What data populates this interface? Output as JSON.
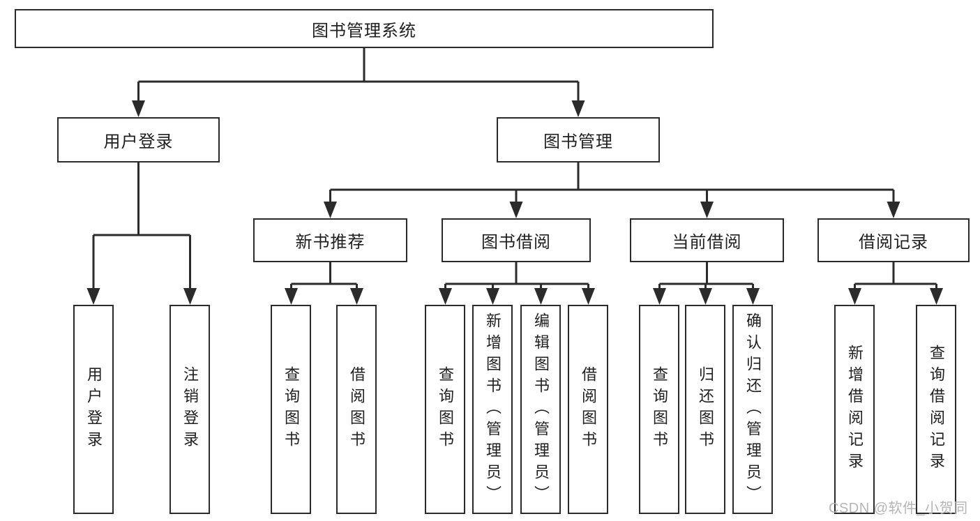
{
  "root": {
    "label": "图书管理系统"
  },
  "modules": {
    "user_login": {
      "label": "用户登录",
      "children": [
        "用户登录",
        "注销登录"
      ]
    },
    "book_management": {
      "label": "图书管理",
      "sections": {
        "new_books": {
          "label": "新书推荐",
          "children": [
            "查询图书",
            "借阅图书"
          ]
        },
        "book_borrow": {
          "label": "图书借阅",
          "children": [
            "查询图书",
            "新增图书（管理员）",
            "编辑图书（管理员）",
            "借阅图书"
          ]
        },
        "current_borrow": {
          "label": "当前借阅",
          "children": [
            "查询图书",
            "归还图书",
            "确认归还（管理员）"
          ]
        },
        "borrow_records": {
          "label": "借阅记录",
          "children": [
            "新增借阅记录",
            "查询借阅记录"
          ]
        }
      }
    }
  },
  "watermark": {
    "label": "CSDN @软件_小贺同学",
    "color": "#b5b5b5"
  },
  "colors": {
    "line": "#2b2b2b",
    "text": "#1f1f1f",
    "background": "#ffffff"
  }
}
